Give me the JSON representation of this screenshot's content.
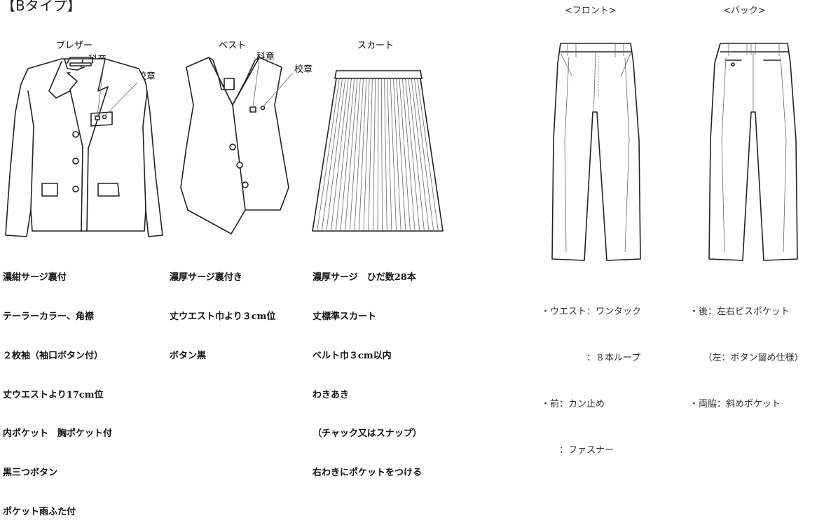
{
  "type_label": "【Bタイプ】",
  "blazer": {
    "title": "ブレザー",
    "badge_subject": "科章",
    "badge_school": "校章",
    "description": [
      "濃紺サージ裏付",
      "テーラーカラー、角襟",
      "２枚袖（袖口ボタン付）",
      "丈ウエストより17cm位",
      "内ポケット　胸ポケット付",
      "黒三つボタン",
      "ポケット雨ふた付"
    ]
  },
  "vest": {
    "title": "ベスト",
    "badge_subject": "科章",
    "badge_school": "校章",
    "description": [
      "濃厚サージ裏付き",
      "丈ウエスト巾より３cm位",
      "ボタン黒"
    ]
  },
  "skirt": {
    "title": "スカート",
    "description": [
      "濃厚サージ　ひだ数28本",
      "丈標準スカート",
      "ベルト巾３cm以内",
      "わきあき",
      "（チャック又はスナップ）",
      "右わきにポケットをつける"
    ]
  },
  "pants_front": {
    "label": "<フロント>",
    "notes": [
      "・ウエスト：ワンタック",
      "　　　　　：８本ループ",
      "・前：カン止め",
      "　　：ファスナー"
    ]
  },
  "pants_back": {
    "label": "<バック>",
    "notes": [
      "・後：左右ピスポケット",
      "　　（左：ボタン留め仕様）",
      "・両脇：斜めポケット"
    ]
  }
}
